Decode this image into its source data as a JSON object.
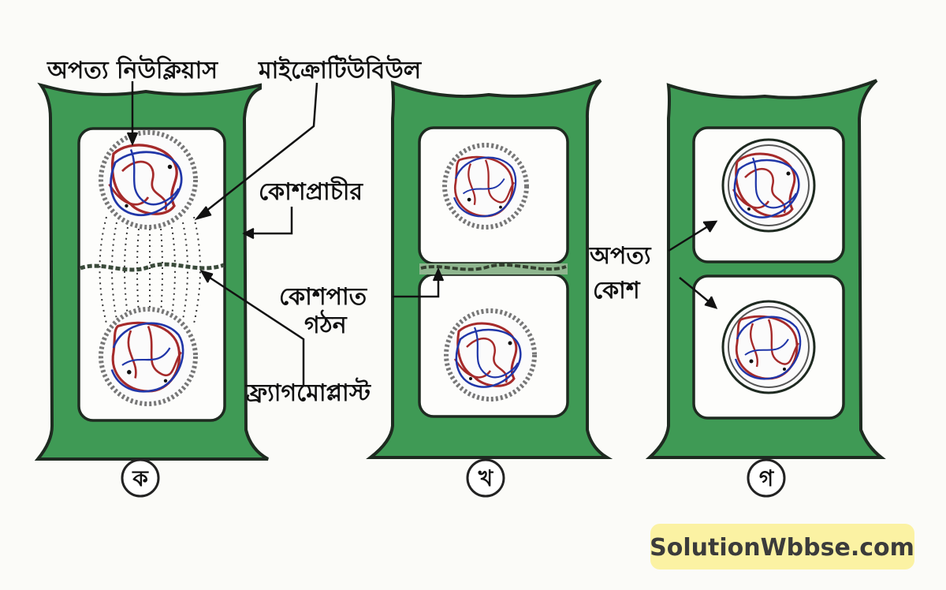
{
  "colors": {
    "cell_wall": "#3f9a55",
    "cell_wall_edge": "#1e2a20",
    "nucleus_red": "#a52a2a",
    "nucleus_blue": "#2036a8",
    "watermark_bg": "#fbf2a3"
  },
  "labels": {
    "daughter_nucleus": "অপত্য নিউক্লিয়াস",
    "microtubule": "মাইক্রোটিউবিউল",
    "cell_wall": "কোশপ্রাচীর",
    "cell_plate_line1": "কোশপাত",
    "cell_plate_line2": "গঠন",
    "phragmoplast": "ফ্র্যাগমোপ্লাস্ট",
    "daughter_cell_line1": "অপত্য",
    "daughter_cell_line2": "কোশ"
  },
  "panels": [
    {
      "label": "ক"
    },
    {
      "label": "খ"
    },
    {
      "label": "গ"
    }
  ],
  "watermark": "SolutionWbbse.com"
}
